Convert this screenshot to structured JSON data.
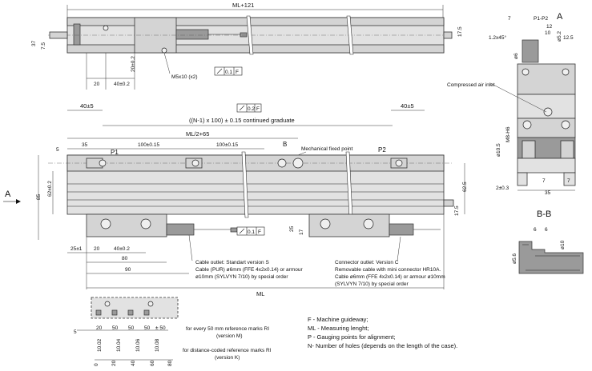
{
  "top_view": {
    "dim_ml121": "ML+121",
    "dim_37": "37",
    "dim_7_5": "7.5",
    "dim_20": "20",
    "dim_40": "40±0.2",
    "dim_20v": "20±0.2",
    "dim_17_5": "17.5",
    "m5": "M5x10 (x2)",
    "tol": "0.1",
    "tol_ref": "F"
  },
  "front_view": {
    "dim_40a": "40±5",
    "dim_40b": "40±5",
    "tol": "0.2",
    "tol_ref": "F",
    "grad": "((N-1) x 100) ± 0.15 continued graduate",
    "ml2": "ML/2+65",
    "dim_5": "5",
    "dim_35": "35",
    "dim_100a": "100±0.15",
    "dim_100b": "100±0.15",
    "p1": "P1",
    "p2": "P2",
    "b1": "B",
    "b2": "B",
    "mech": "Mechanical fixed point",
    "a_label": "A",
    "dim_85": "85",
    "dim_62": "62±0.2",
    "dim_62_5": "62.5",
    "dim_17_5": "17.5",
    "dim_25": "25",
    "dim_17": "17",
    "tol2": "0.1",
    "tol2_ref": "F",
    "dim_25_1": "25±1",
    "dim_20": "20",
    "dim_40": "40±0.2",
    "dim_80": "80",
    "dim_90": "90",
    "dim_ml": "ML"
  },
  "cable_note": {
    "l1": "Cable outlet: Standart version  S",
    "l2": "Cable (PUR) ø6mm (FFE 4x2x0.14) or armour",
    "l3": "ø10mm (SYLVYN 7/10) by special order"
  },
  "connector_note": {
    "l1": "Connector outlet: Version C",
    "l2": "Removable cable with mini connector HR10A.",
    "l3": "Cable ø6mm (FFE 4x2x0.14) or armour ø10mm",
    "l4": "(SYLVYN 7/10) by special order"
  },
  "side_view": {
    "title": "A",
    "dim_7": "7",
    "p1p2": "P1-P2",
    "dim_12": "12",
    "dim_10": "10",
    "chamfer": "1.2x45°",
    "dim_5_2": "ø5.2",
    "dim_12_5": "12.5",
    "dim_6": "ø6",
    "air": "Compressed air inlet",
    "m8": "M8-H6",
    "d10_5": "ø10.5",
    "dim_2": "2±0.3",
    "dim_35": "35",
    "dim_7b": "7",
    "dim_7c": "7"
  },
  "section": {
    "title": "B-B",
    "dim_6a": "6",
    "dim_6b": "6",
    "d10": "ø10",
    "d5_6": "ø5.6"
  },
  "marks": {
    "dim_5": "5",
    "dim_20": "20",
    "dim_50a": "50",
    "dim_50b": "50",
    "dim_50c": "50",
    "dim_50d": "± 50",
    "v1": "10.02",
    "v2": "10.04",
    "v3": "10.06",
    "v4": "10.08",
    "h0": "0",
    "h20": "20",
    "h40": "40",
    "h60": "60",
    "h80": "80",
    "note_m1": "for every 50 mm reference marks RI",
    "note_m2": "(version M)",
    "note_k1": "for distance-coded reference marks RI",
    "note_k2": "(version K)"
  },
  "legend": {
    "f": "F - Machine guideway;",
    "ml": "ML - Measuring lenght;",
    "p": "P - Gauging points for alignment;",
    "n": "N- Number of holes (depends on the length of the case)."
  }
}
